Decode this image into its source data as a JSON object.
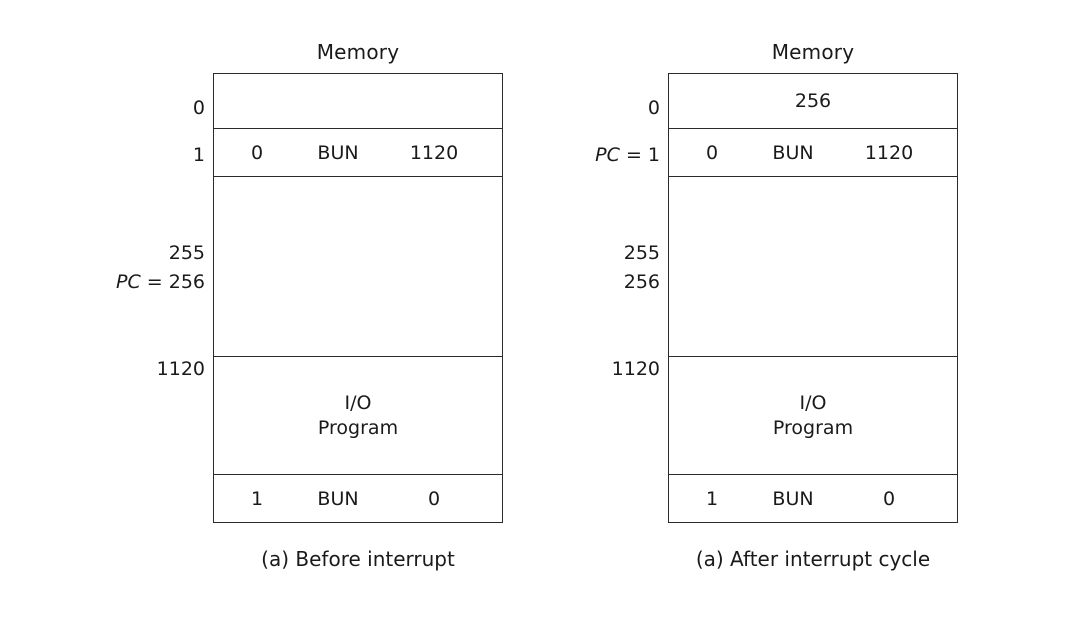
{
  "figure": {
    "panels": [
      {
        "id": "before",
        "memory_title": "Memory",
        "caption": "(a) Before interrupt",
        "address_labels": {
          "a0": "0",
          "a1": "1",
          "a255": "255",
          "a256_prefix": "PC",
          "a256_eq": " = ",
          "a256": "256",
          "a1120": "1120"
        },
        "rows": {
          "row0_value": "",
          "row1": {
            "operand_left": "0",
            "opcode": "BUN",
            "operand_right": "1120"
          },
          "io_line1": "I/O",
          "io_line2": "Program",
          "row_bun": {
            "operand_left": "1",
            "opcode": "BUN",
            "operand_right": "0"
          }
        }
      },
      {
        "id": "after",
        "memory_title": "Memory",
        "caption": "(a) After interrupt cycle",
        "address_labels": {
          "a0": "0",
          "a1_prefix": "PC",
          "a1_eq": " = ",
          "a1": "1",
          "a255": "255",
          "a256": "256",
          "a1120": "1120"
        },
        "rows": {
          "row0_value": "256",
          "row1": {
            "operand_left": "0",
            "opcode": "BUN",
            "operand_right": "1120"
          },
          "io_line1": "I/O",
          "io_line2": "Program",
          "row_bun": {
            "operand_left": "1",
            "opcode": "BUN",
            "operand_right": "0"
          }
        }
      }
    ],
    "colors": {
      "background": "#ffffff",
      "stroke": "#2b2b2b",
      "text": "#1a1a1a"
    }
  }
}
